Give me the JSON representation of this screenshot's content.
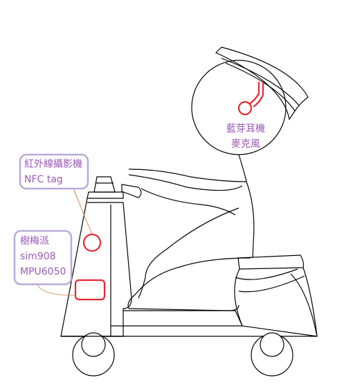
{
  "callouts": {
    "helmet": {
      "line1": "藍芽耳機",
      "line2": "麥克風"
    },
    "camera": {
      "line1": "紅外線攝影機",
      "line2": "NFC tag"
    },
    "pi": {
      "line1": "樹梅派",
      "line2": "sim908",
      "line3": "MPU6050"
    }
  },
  "colors": {
    "outline": "#000000",
    "accent_red": "#e8262f",
    "callout_border": "#b9a9d9",
    "callout_text": "#9b59b6",
    "leader_line": "#d08a5a"
  }
}
